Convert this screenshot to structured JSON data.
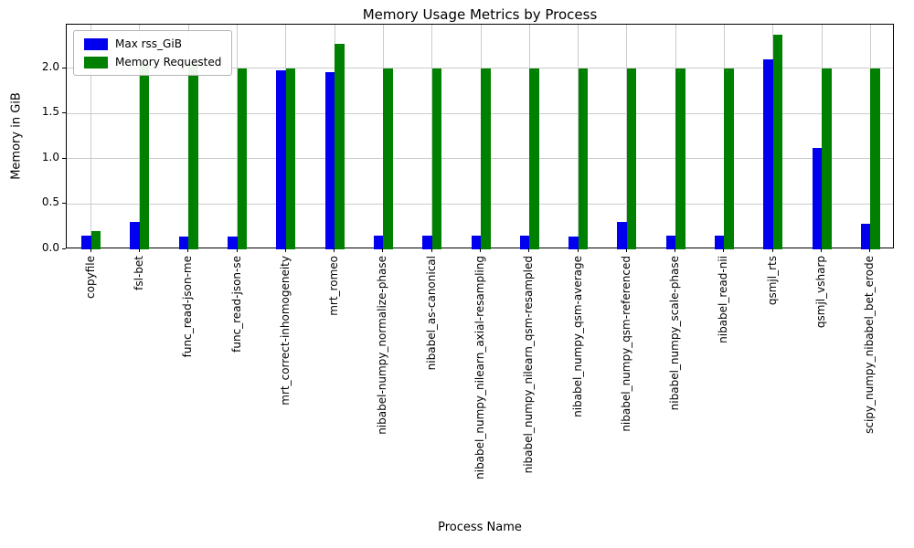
{
  "chart_data": {
    "type": "bar",
    "title": "Memory Usage Metrics by Process",
    "xlabel": "Process Name",
    "ylabel": "Memory in GiB",
    "ylim": [
      0,
      2.48
    ],
    "yticks": [
      0.0,
      0.5,
      1.0,
      1.5,
      2.0
    ],
    "grid": true,
    "legend_position": "upper left",
    "categories": [
      "copyfile",
      "fsl-bet",
      "func_read-json-me",
      "func_read-json-se",
      "mrt_correct-inhomogeneity",
      "mrt_romeo",
      "nibabel-numpy_normalize-phase",
      "nibabel_as-canonical",
      "nibabel_numpy_nilearn_axial-resampling",
      "nibabel_numpy_nilearn_qsm-resampled",
      "nibabel_numpy_qsm-average",
      "nibabel_numpy_qsm-referenced",
      "nibabel_numpy_scale-phase",
      "nibabel_read-nii",
      "qsmjl_rts",
      "qsmjl_vsharp",
      "scipy_numpy_nibabel_bet_erode"
    ],
    "series": [
      {
        "name": "Max rss_GiB",
        "color": "#0000ee",
        "values": [
          0.15,
          0.3,
          0.14,
          0.14,
          1.98,
          1.96,
          0.15,
          0.15,
          0.15,
          0.15,
          0.14,
          0.3,
          0.15,
          0.15,
          2.1,
          1.12,
          0.28
        ]
      },
      {
        "name": "Memory Requested",
        "color": "#008000",
        "values": [
          0.2,
          2.05,
          2.05,
          2.0,
          2.0,
          2.27,
          2.0,
          2.0,
          2.0,
          2.0,
          2.0,
          2.0,
          2.0,
          2.0,
          2.37,
          2.0,
          2.0
        ]
      }
    ]
  }
}
